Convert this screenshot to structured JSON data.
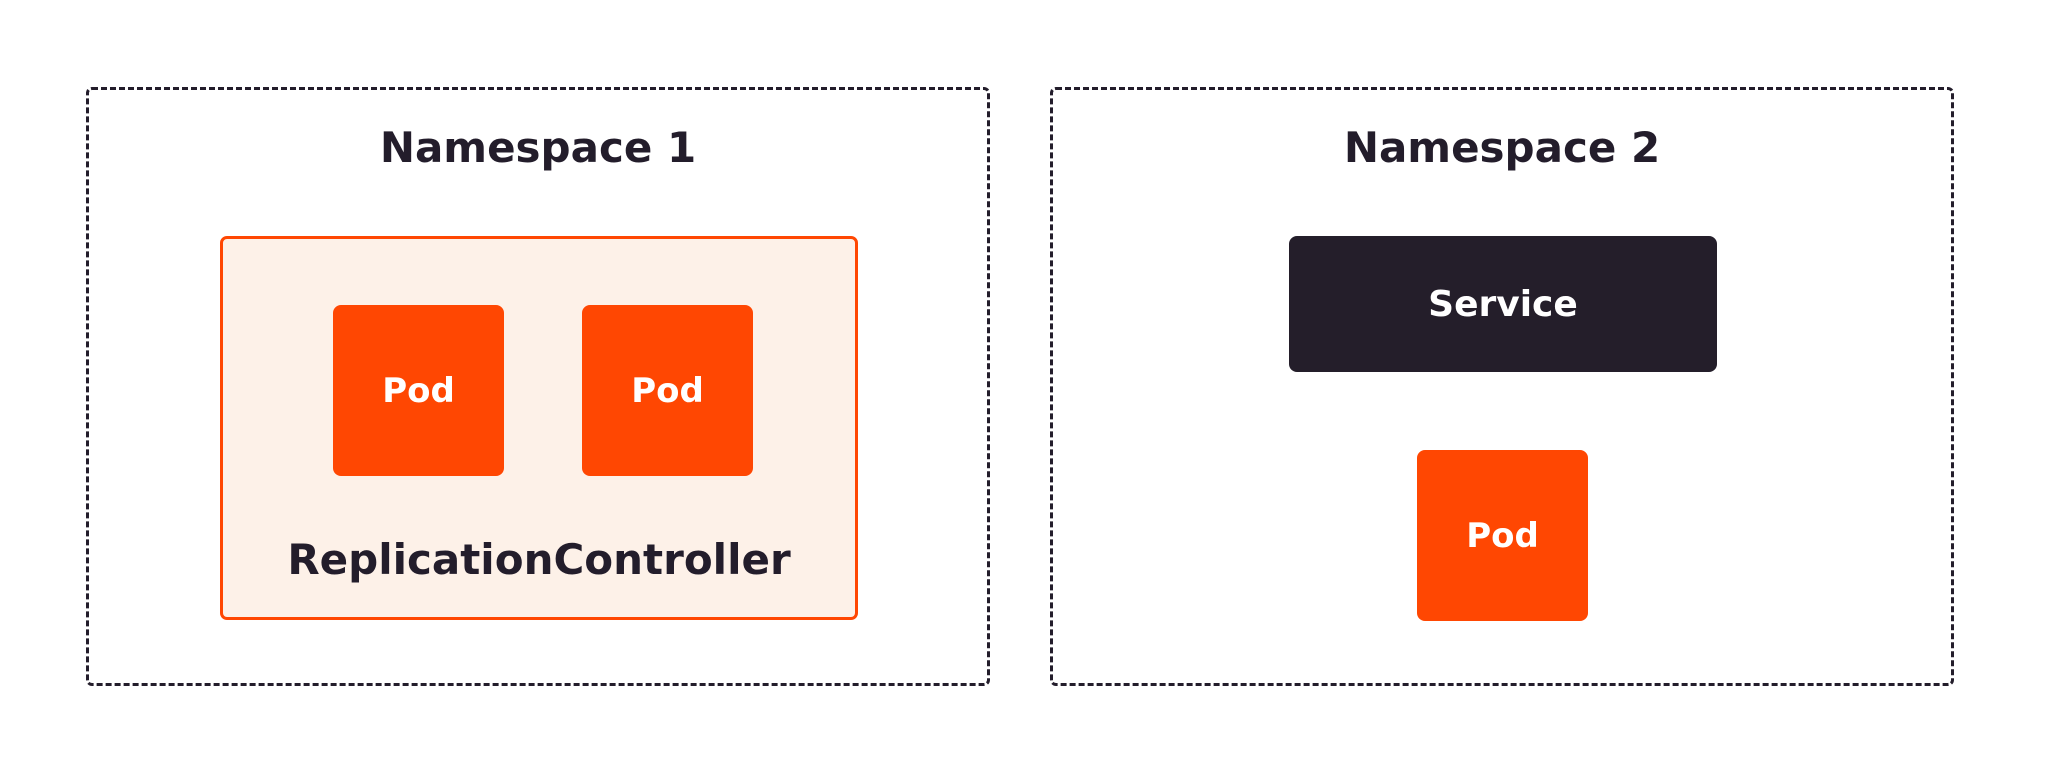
{
  "colors": {
    "outline": "#231d2b",
    "pod_fill": "#ff4702",
    "replication_controller_fill": "#fdf1e8",
    "replication_controller_border": "#ff4702",
    "service_fill": "#241e2a",
    "text_dark": "#231d2b",
    "text_light": "#ffffff"
  },
  "namespace1": {
    "title": "Namespace 1",
    "replication_controller": {
      "label": "ReplicationController",
      "pods": [
        "Pod",
        "Pod"
      ]
    }
  },
  "namespace2": {
    "title": "Namespace 2",
    "service": {
      "label": "Service"
    },
    "pod": {
      "label": "Pod"
    }
  }
}
